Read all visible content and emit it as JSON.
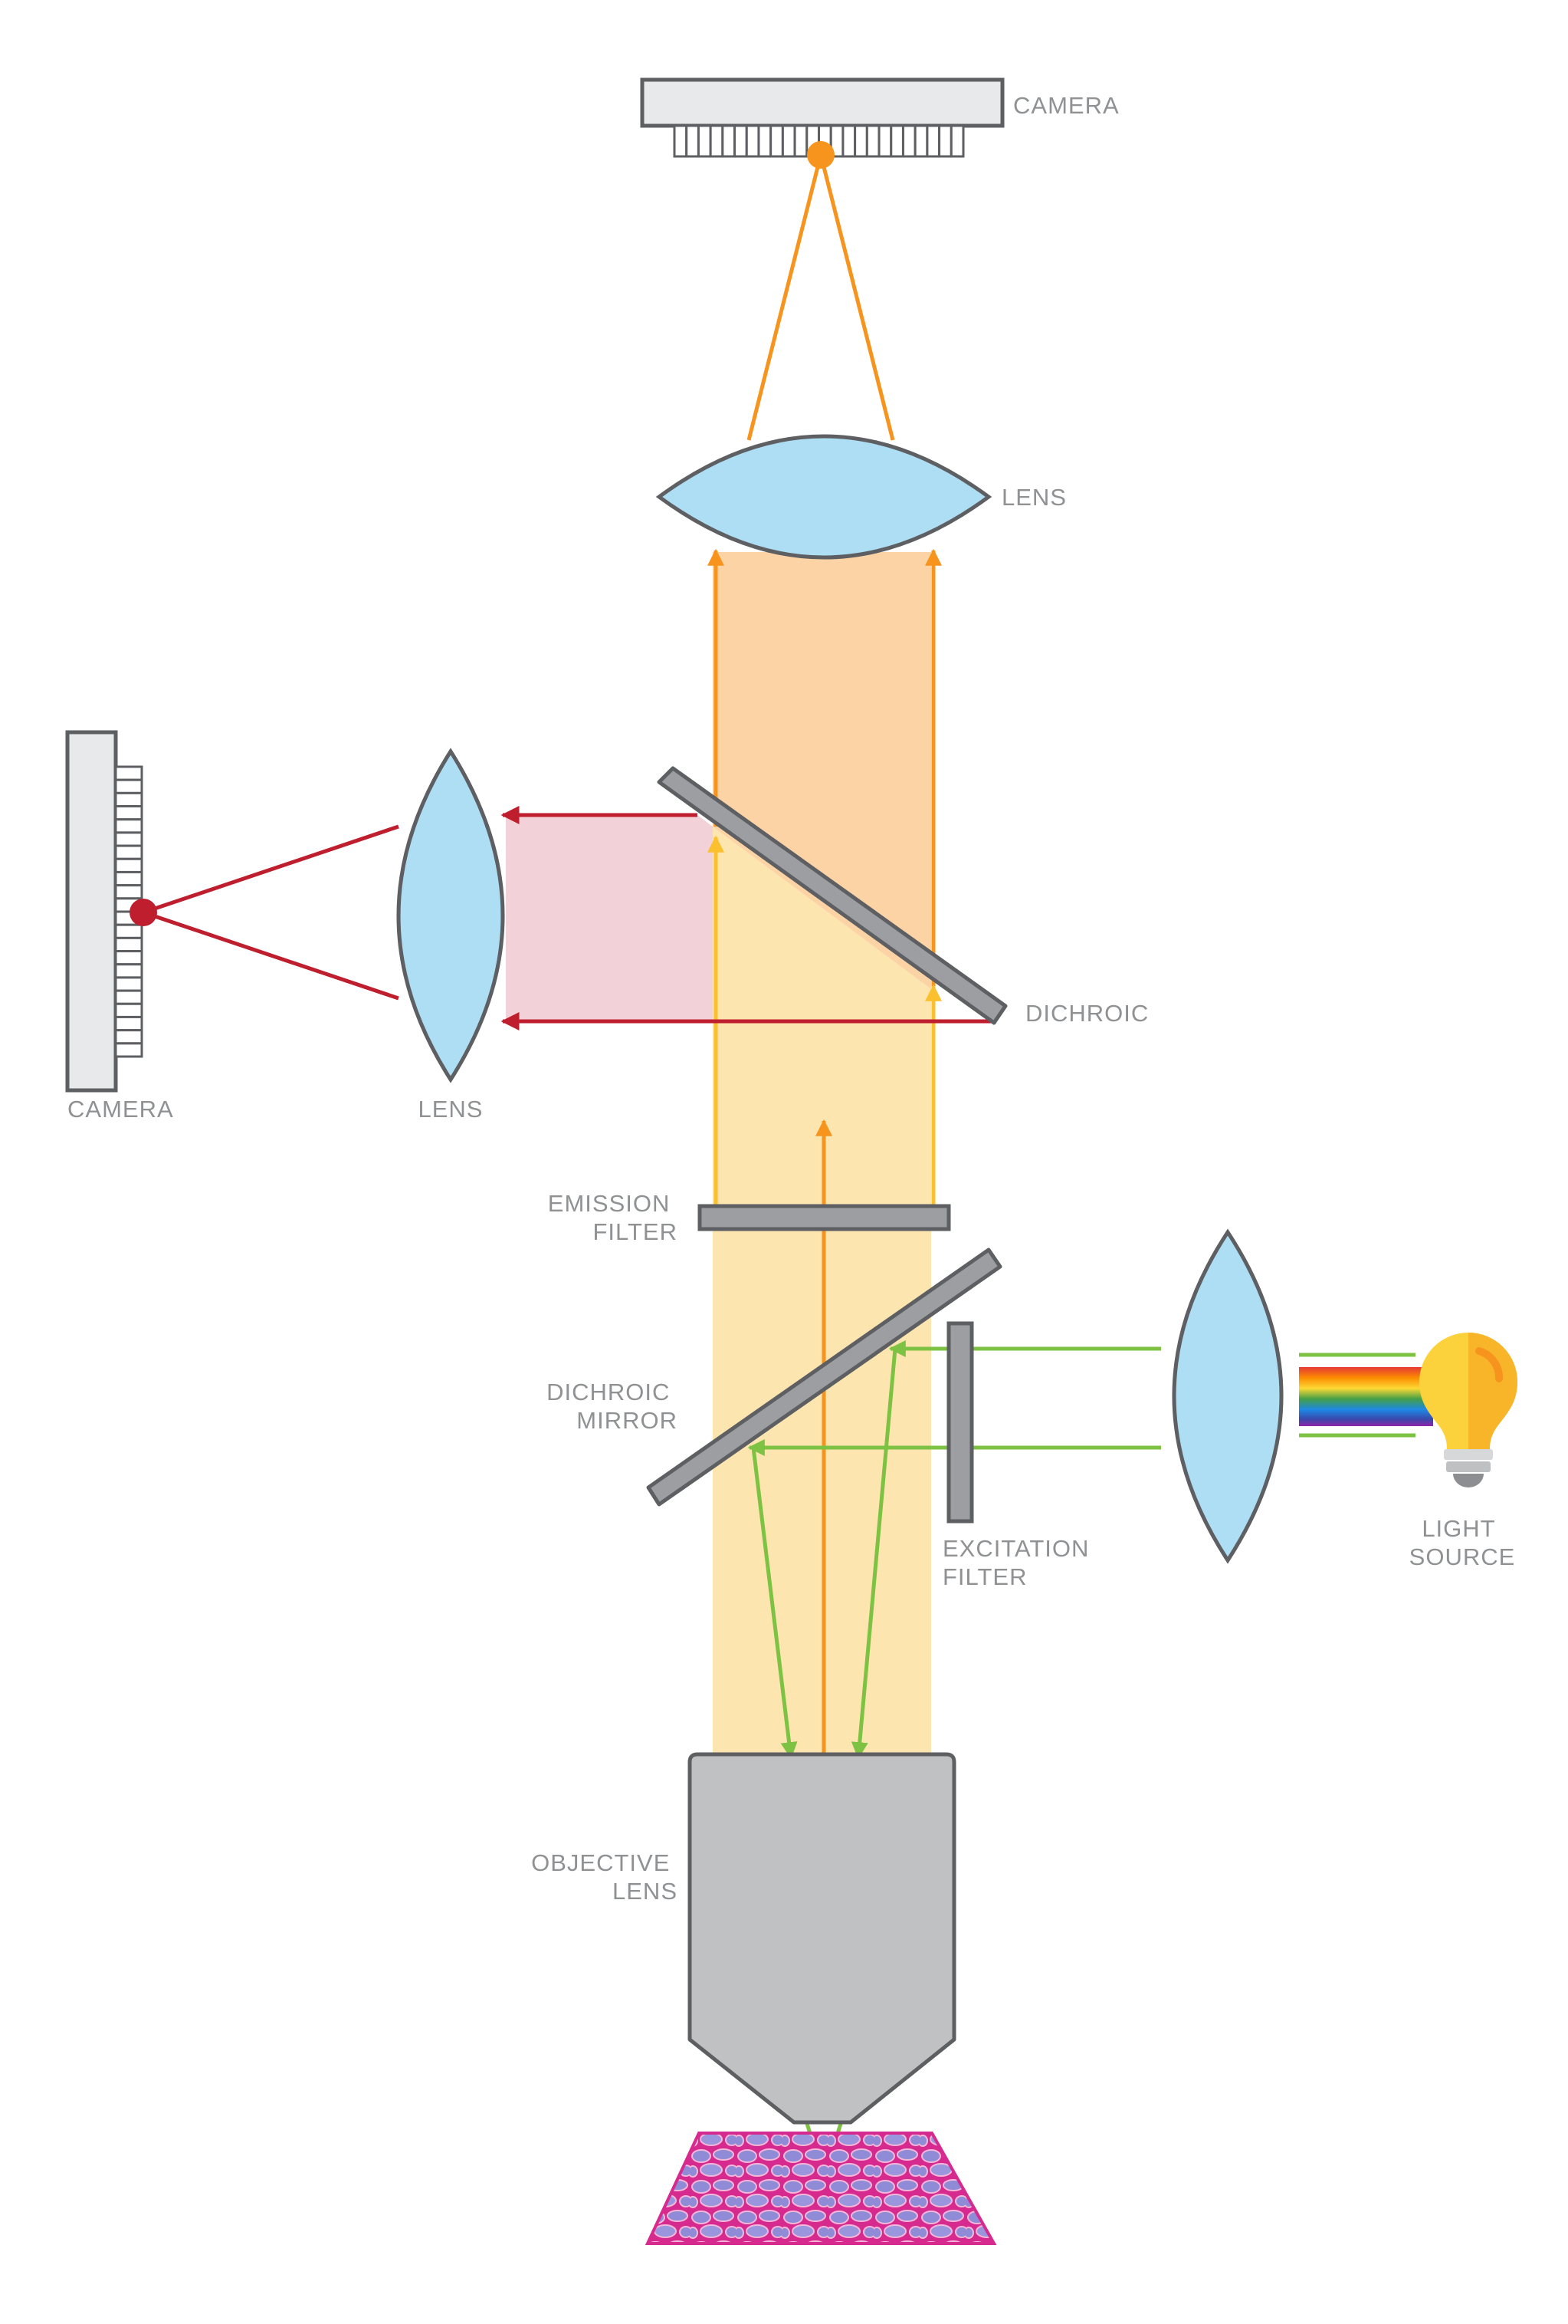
{
  "labels": {
    "camera_top": "CAMERA",
    "lens_top": "LENS",
    "camera_left": "CAMERA",
    "lens_left": "LENS",
    "dichroic": "DICHROIC",
    "emission_filter": [
      "EMISSION",
      "FILTER"
    ],
    "dichroic_mirror": [
      "DICHROIC",
      "MIRROR"
    ],
    "excitation_filter": [
      "EXCITATION",
      "FILTER"
    ],
    "light_source": [
      "LIGHT",
      "SOURCE"
    ],
    "objective_lens": [
      "OBJECTIVE",
      "LENS"
    ]
  },
  "colors": {
    "lens_fill": "#aedef4",
    "outline": "#5d5f62",
    "filter_gray": "#9c9ea1",
    "body_gray": "#c0c1c3",
    "camera_fill": "#e8e9ea",
    "orange_beam": "#f7941d",
    "orange_fill": "#fbd3a5",
    "yellow_beam": "#fbc02d",
    "yellow_fill": "#fde5b0",
    "red_beam": "#be1e2d",
    "red_fill": "#f2d2d8",
    "green_beam": "#7dc242",
    "label_gray": "#8f9193",
    "bulb": "#fcd23c",
    "sample_magenta": "#d62a8f",
    "sample_blue": "#8f8bd6"
  },
  "icons": {
    "light_source": "light-bulb-icon",
    "camera_sensor": "camera-sensor-icon",
    "sample": "tissue-sample-icon"
  }
}
